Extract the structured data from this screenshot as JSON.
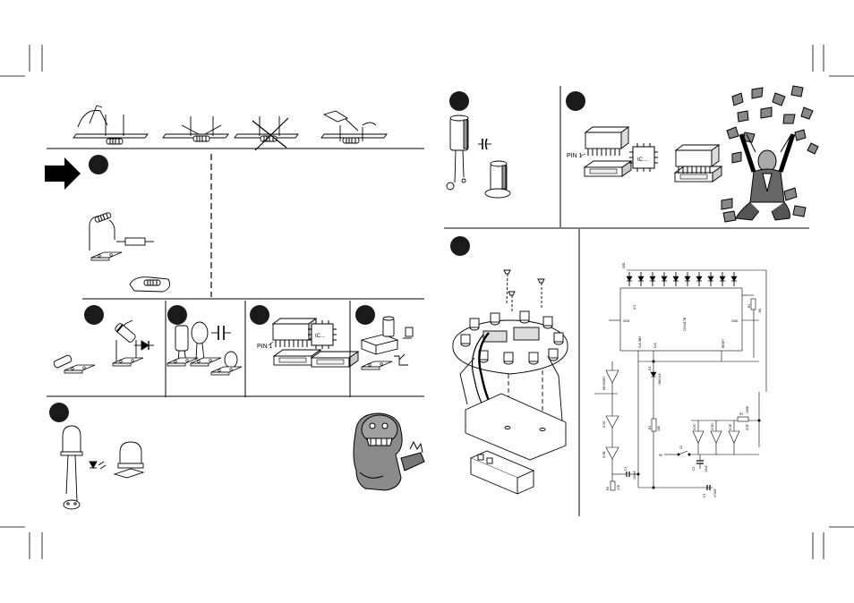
{
  "labels": {
    "pin1_top": "PIN 1",
    "pin1_bottom": "PIN 1",
    "ic_top": "IC...",
    "ic_bottom": "IC...",
    "schematic": {
      "led": "LED",
      "ic1_name": "IC1",
      "ic1_part": "CD4017B",
      "vdd": "VDD",
      "gnd": "GND",
      "clk": "CLK",
      "clk_inh": "CLK INH",
      "reset": "RESET",
      "ic2_part": "MC34063",
      "r1": "R1",
      "r2": "R2",
      "r3": "R3",
      "r4": "R4",
      "d1": "D1",
      "d2": "1N4148",
      "c1": "C1",
      "c2": "C2",
      "c3": "C3",
      "gate_a": "IC3A",
      "gate_b": "IC3B",
      "gate_c": "IC3C",
      "gate_d": "IC3D",
      "gate_e": "IC3E",
      "gate_f": "IC3F",
      "r_val_1": "10K",
      "r_val_2": "1M",
      "r_val_3": "100K",
      "r_val_4": "47K",
      "c_val_1": "100nF",
      "c_val_2": "10uF",
      "c_val_3": "470nF",
      "s1": "S1",
      "batt": "9V"
    }
  },
  "colors": {
    "ink": "#000000",
    "paper": "#ffffff",
    "step_badge": "#1a1a1a"
  },
  "icons": {
    "arrow": "right-arrow-icon",
    "happy_man": "cheering-man-illustration",
    "angry_man": "angry-old-man-illustration"
  }
}
